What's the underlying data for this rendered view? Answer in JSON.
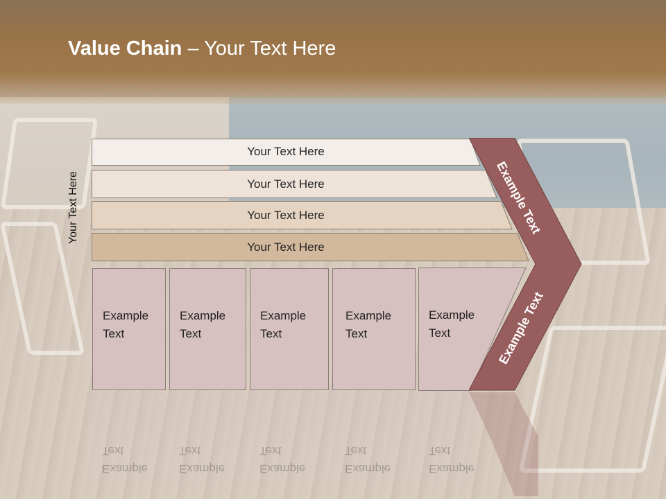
{
  "slide": {
    "title_bold": "Value Chain",
    "title_rest": " – Your Text Here"
  },
  "side_label": "Your Text Here",
  "bars": [
    {
      "label": "Your Text Here",
      "color": "#f3eeea"
    },
    {
      "label": "Your Text Here",
      "color": "#ede3d9"
    },
    {
      "label": "Your Text Here",
      "color": "#e5d4c2"
    },
    {
      "label": "Your Text Here",
      "color": "#d2b89c"
    }
  ],
  "boxes": [
    {
      "line1": "Example",
      "line2": "Text"
    },
    {
      "line1": "Example",
      "line2": "Text"
    },
    {
      "line1": "Example",
      "line2": "Text"
    },
    {
      "line1": "Example",
      "line2": "Text"
    },
    {
      "line1": "Example",
      "line2": "Text"
    }
  ],
  "chevron": {
    "upper_text": "Example Text",
    "lower_text": "Example Text",
    "color": "#985e5e"
  },
  "colors": {
    "header": "#9a7448",
    "box_fill": "#d6c0c0"
  }
}
